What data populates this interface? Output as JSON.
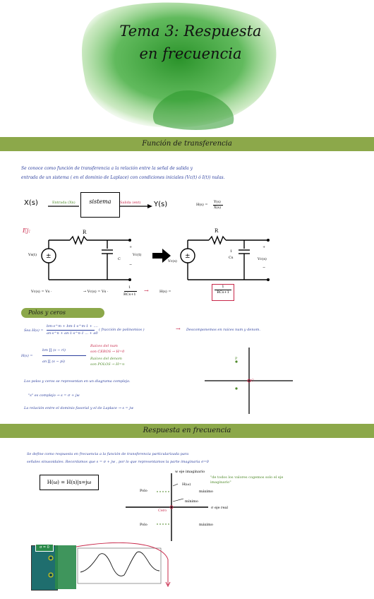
{
  "header": {
    "title_line1": "Tema 3: Respuesta",
    "title_line2": "en frecuencia",
    "brand_green": "#2e9a2a"
  },
  "section1": {
    "banner": "Función de transferencia",
    "intro_line1": "Se conoce como función de transferencia a la relación entre la señal de salida y",
    "intro_line2": "entrada de un sistema ( en el dominio de Laplace) con condiciones iniciales (Vc(t) ó I(t)) nulas.",
    "x_label": "X(s)",
    "entrada": "Entrada (Xn)",
    "sistema": "sistema",
    "salida": "Salida (ent)",
    "y_label": "Y(s)",
    "h_formula": "H(s) =",
    "h_num": "Y(s)",
    "h_den": "X(s)",
    "ej": "Ej:",
    "r1": "R",
    "vs1": "Vs(t)",
    "c1": "C",
    "plus1": "+",
    "vct": "Vc(t)",
    "minus1": "−",
    "r2": "R",
    "vcs": "Vc(s)",
    "cs_num": "1",
    "cs_den": "Cs",
    "plus2": "+",
    "vc2": "Vc(s)",
    "minus2": "−",
    "eq_left": "Vc(s) = Vs ·",
    "eq_mid": "→ Vc(s) = Vs ·",
    "eq_frac_num": "1",
    "eq_frac_den": "RCs+1",
    "eq_h": "H(s) =",
    "eq_result": "1",
    "eq_result_den": "RCs+1"
  },
  "polos": {
    "pill": "Polos y ceros",
    "sea": "Sea H(s) = ",
    "frac_num": "bm·s^m + bm-1·s^m-1 + ....",
    "frac_den": "an·s^n + an-1·s^n-1 ... + a0",
    "frac_note": "( fracción de polinomios )",
    "decomp": "Descomponemos en raíces num y denom.",
    "hs_label": "H(s) =",
    "prod_top": "bm ∏ (s − ri)",
    "prod_bot": "an ∏ (s − pi)",
    "raices_num": "Raíces del num",
    "ceros": "son CEROS → H=0",
    "raices_den": "Raíces del denom",
    "polos_lbl": "son POLOS → H=∞",
    "plano_line": "Los polos y ceros se representan en un diagrama complejo.",
    "s_complejo": "\"s\" es complejo → s = σ + jw",
    "relacion": "La relación entre el dominio fasorial y el de Laplace → s = jw",
    "p_label": "P",
    "c_label": "C"
  },
  "section2": {
    "banner": "Respuesta en frecuencia",
    "def_line1": "Se define como respuesta en frecuencia a la función de transferencia particularizada para",
    "def_line2": "señales sinusoidales. Recordamos que s = σ + jw , por lo que representamos la parte imaginaria σ=0",
    "hw_box": "H(ω) = H(s)|s=jω",
    "eje_imag": "w eje imaginario",
    "note": "\"de todos los valores cogemos solo el eje imaginario\"",
    "polo_top": "Polo",
    "hw": "H(ω)",
    "maximo": "máximo",
    "minimo": "mínimo",
    "cero": "Cero",
    "eje_real": "σ eje real",
    "polo_bot": "Polo",
    "maximo2": "máximo",
    "sigma_label": "σ = 0"
  }
}
